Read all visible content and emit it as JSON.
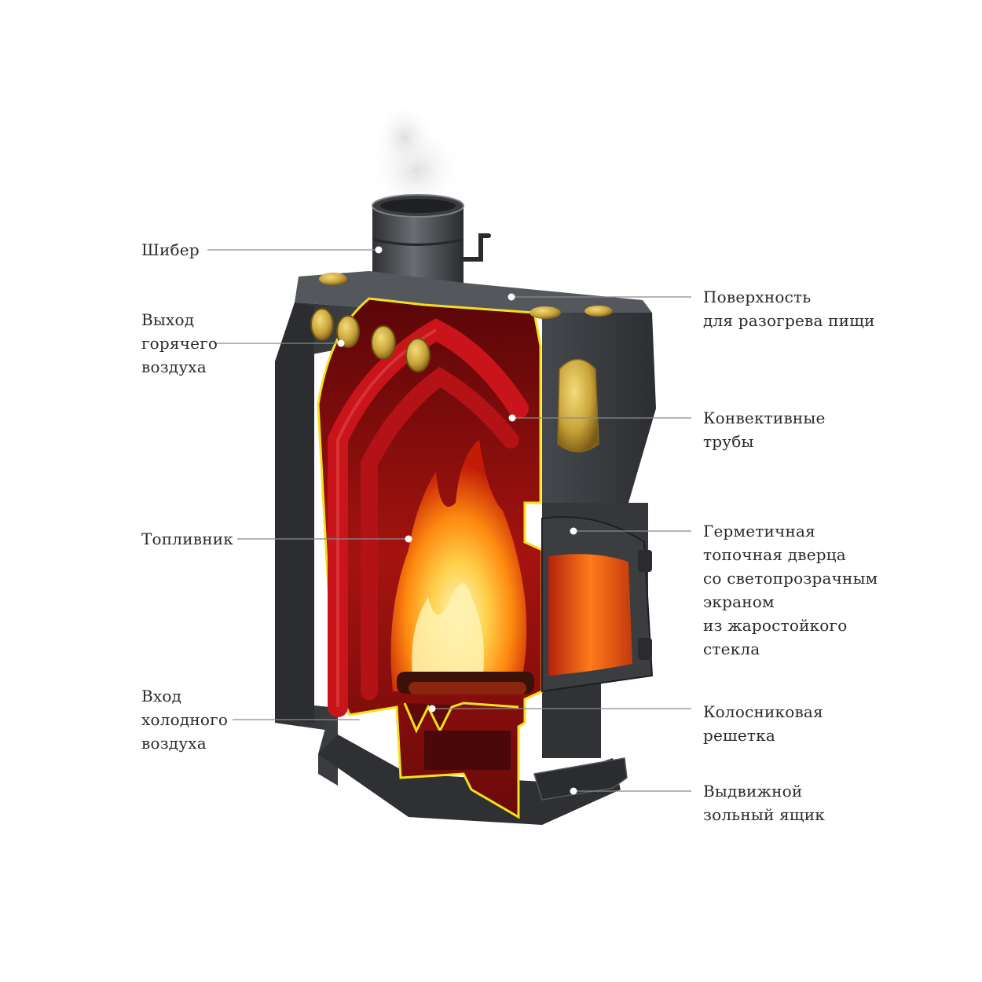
{
  "callouts": {
    "shiber": [
      "Шибер"
    ],
    "hot_air_outlet": [
      "Выход",
      "горячего",
      "воздуха"
    ],
    "firebox": [
      "Топливник"
    ],
    "cold_air_inlet": [
      "Вход",
      "холодного",
      "воздуха"
    ],
    "cooking_surface": [
      "Поверхность",
      "для разогрева пищи"
    ],
    "convection_pipes": [
      "Конвективные",
      "трубы"
    ],
    "sealed_door": [
      "Герметичная",
      "топочная дверца",
      "со светопрозрачным",
      "экраном",
      "из жаростойкого",
      "стекла"
    ],
    "grate": [
      "Колосниковая",
      "решетка"
    ],
    "ash_drawer": [
      "Выдвижной",
      "зольный ящик"
    ]
  },
  "colors": {
    "body_steel": "#3f4145",
    "cutaway_red": "#8e0f12",
    "outline_yellow": "#f2e11a",
    "brass": "#c9a33a",
    "flame": "#ff9a1a"
  }
}
